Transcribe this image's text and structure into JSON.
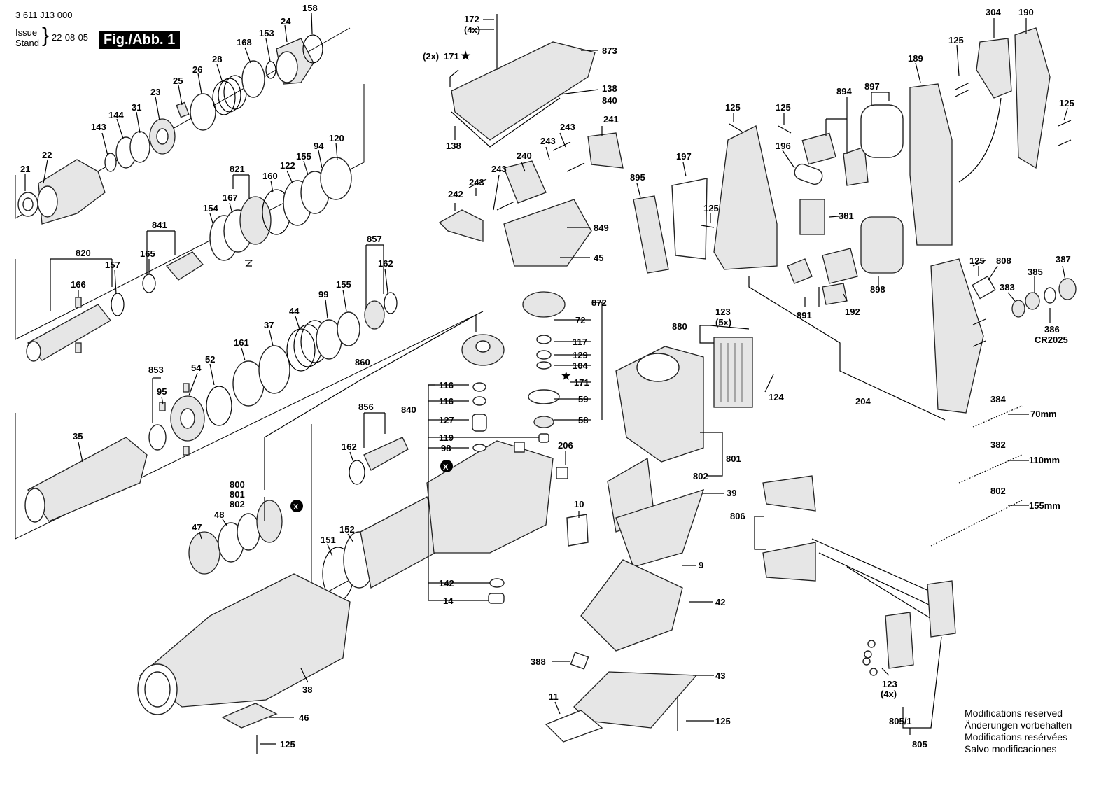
{
  "header": {
    "part_number": "3 611 J13 000",
    "issue_label_1": "Issue",
    "issue_label_2": "Stand",
    "brace": "}",
    "date": "22-08-05",
    "figure": "Fig./Abb. 1"
  },
  "modifications": [
    "Modifications reserved",
    "Änderungen vorbehalten",
    "Modifications resérvées",
    "Salvo modificaciones"
  ],
  "callouts": {
    "n21": "21",
    "n22": "22",
    "n143": "143",
    "n144": "144",
    "n31": "31",
    "n23": "23",
    "n25": "25",
    "n26": "26",
    "n28": "28",
    "n168": "168",
    "n153": "153",
    "n24": "24",
    "n158": "158",
    "n821": "821",
    "n167": "167",
    "n160": "160",
    "n122": "122",
    "n155a": "155",
    "n94": "94",
    "n120": "120",
    "n154": "154",
    "n841": "841",
    "n165": "165",
    "n820": "820",
    "n157": "157",
    "n166": "166",
    "n857": "857",
    "n162a": "162",
    "n99": "99",
    "n155b": "155",
    "n44": "44",
    "n37": "37",
    "n161": "161",
    "n853": "853",
    "n95": "95",
    "n54": "54",
    "n52": "52",
    "n35": "35",
    "n860": "860",
    "n800": "800",
    "n801": "801",
    "n802a": "802",
    "n47": "47",
    "n48": "48",
    "n856": "856",
    "n162b": "162",
    "n151": "151",
    "n152": "152",
    "n38": "38",
    "n46": "46",
    "n125a": "125",
    "n172": "172",
    "n4x": "(4x)",
    "n2x": "(2x)",
    "n171a": "171",
    "n873": "873",
    "n138a": "138",
    "n840a": "840",
    "n138b": "138",
    "n243a": "243",
    "n241": "241",
    "n243b": "243",
    "n240": "240",
    "n243c": "243",
    "n243d": "243",
    "n242": "242",
    "n849": "849",
    "n45": "45",
    "n872": "872",
    "n72": "72",
    "n117": "117",
    "n129": "129",
    "n104": "104",
    "n171b": "171",
    "n59": "59",
    "n58": "58",
    "n840b": "840",
    "n116a": "116",
    "n116b": "116",
    "n127": "127",
    "n119": "119",
    "n98": "98",
    "n206": "206",
    "n142": "142",
    "n14": "14",
    "n895": "895",
    "n197": "197",
    "n125b": "125",
    "n125c": "125",
    "n125d": "125",
    "n894": "894",
    "n196": "196",
    "n897": "897",
    "n189": "189",
    "n125e": "125",
    "n304": "304",
    "n190": "190",
    "n125f": "125",
    "n381": "381",
    "n898": "898",
    "n891": "891",
    "n192": "192",
    "n123a": "123",
    "n5x": "(5x)",
    "n880": "880",
    "n124": "124",
    "n802b": "802",
    "n39": "39",
    "n10": "10",
    "n9": "9",
    "n42": "42",
    "n388": "388",
    "n43": "43",
    "n11": "11",
    "n125g": "125",
    "n204": "204",
    "n125h": "125",
    "n808": "808",
    "n385": "385",
    "n387": "387",
    "n383": "383",
    "n386": "386",
    "cr2025": "CR2025",
    "n384": "384",
    "mm70": "70mm",
    "n382": "382",
    "mm110": "110mm",
    "n802c": "802",
    "mm155": "155mm",
    "n806": "806",
    "n123b": "123",
    "n4x2": "(4x)",
    "n805_1": "805/1",
    "n805": "805",
    "x1": "X",
    "x2": "X"
  }
}
